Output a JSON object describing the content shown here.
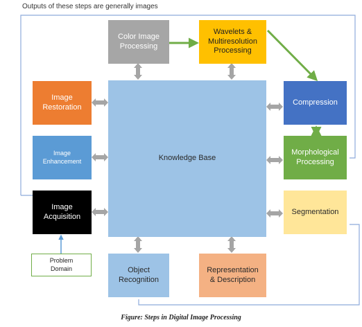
{
  "top_note": "Outputs of these steps are generally images",
  "knowledge_base": "Knowledge Base",
  "blocks": {
    "color_image_processing": "Color Image\nProcessing",
    "wavelets": "Wavelets &\nMultiresolution\nProcessing",
    "image_restoration": "Image\nRestoration",
    "compression": "Compression",
    "image_enhancement": "Image\nEnhancement",
    "morphological_processing": "Morphological\nProcessing",
    "image_acquisition": "Image\nAcquisition",
    "segmentation": "Segmentation",
    "problem_domain": "Problem\nDomain",
    "object_recognition": "Object\nRecognition",
    "representation": "Representation\n& Description"
  },
  "caption": "Figure: Steps in Digital Image Processing",
  "colors": {
    "gray": "#a6a6a6",
    "gold": "#ffc000",
    "orange": "#ed7d31",
    "blue": "#4472c4",
    "light_blue": "#5b9bd5",
    "green": "#70ad47",
    "black": "#000000",
    "pale_yellow": "#ffe699",
    "pale_blue": "#9dc3e6",
    "salmon": "#f4b183",
    "knowledge_base": "#9dc3e6",
    "connector_gray": "#a5a5a5",
    "connector_green": "#70ad47",
    "outline_blue": "#8eaadb"
  }
}
